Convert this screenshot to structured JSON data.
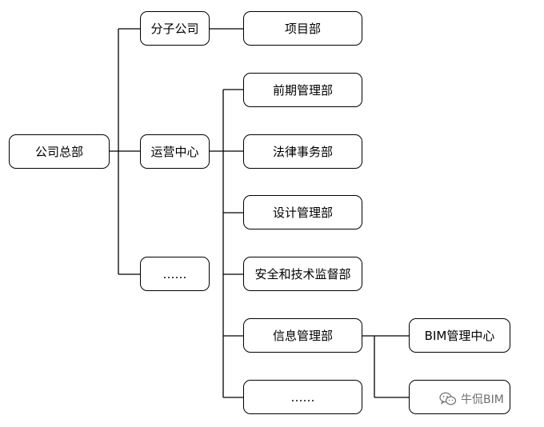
{
  "nodes": {
    "root": "公司总部",
    "subsidiary": "分子公司",
    "project_dept": "项目部",
    "operations_center": "运营中心",
    "more_level1": "……",
    "early_stage_mgmt": "前期管理部",
    "legal_affairs": "法律事务部",
    "design_mgmt": "设计管理部",
    "safety_tech_supervision": "安全和技术监督部",
    "info_mgmt": "信息管理部",
    "more_level2": "……",
    "bim_center": "BIM管理中心",
    "more_level3": ""
  },
  "watermark": {
    "text": "牛侃BIM",
    "icon": "wechat-icon"
  },
  "colors": {
    "stroke": "#000000",
    "background": "#ffffff",
    "watermark": "#6f6f6f"
  }
}
